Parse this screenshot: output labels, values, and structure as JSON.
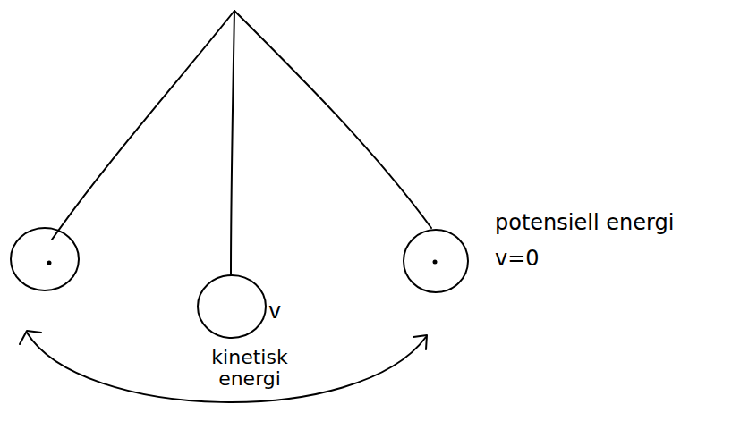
{
  "diagram": {
    "labels": [
      "potensiell energi",
      "v=0",
      "v",
      "kinetisk energi"
    ]
  }
}
